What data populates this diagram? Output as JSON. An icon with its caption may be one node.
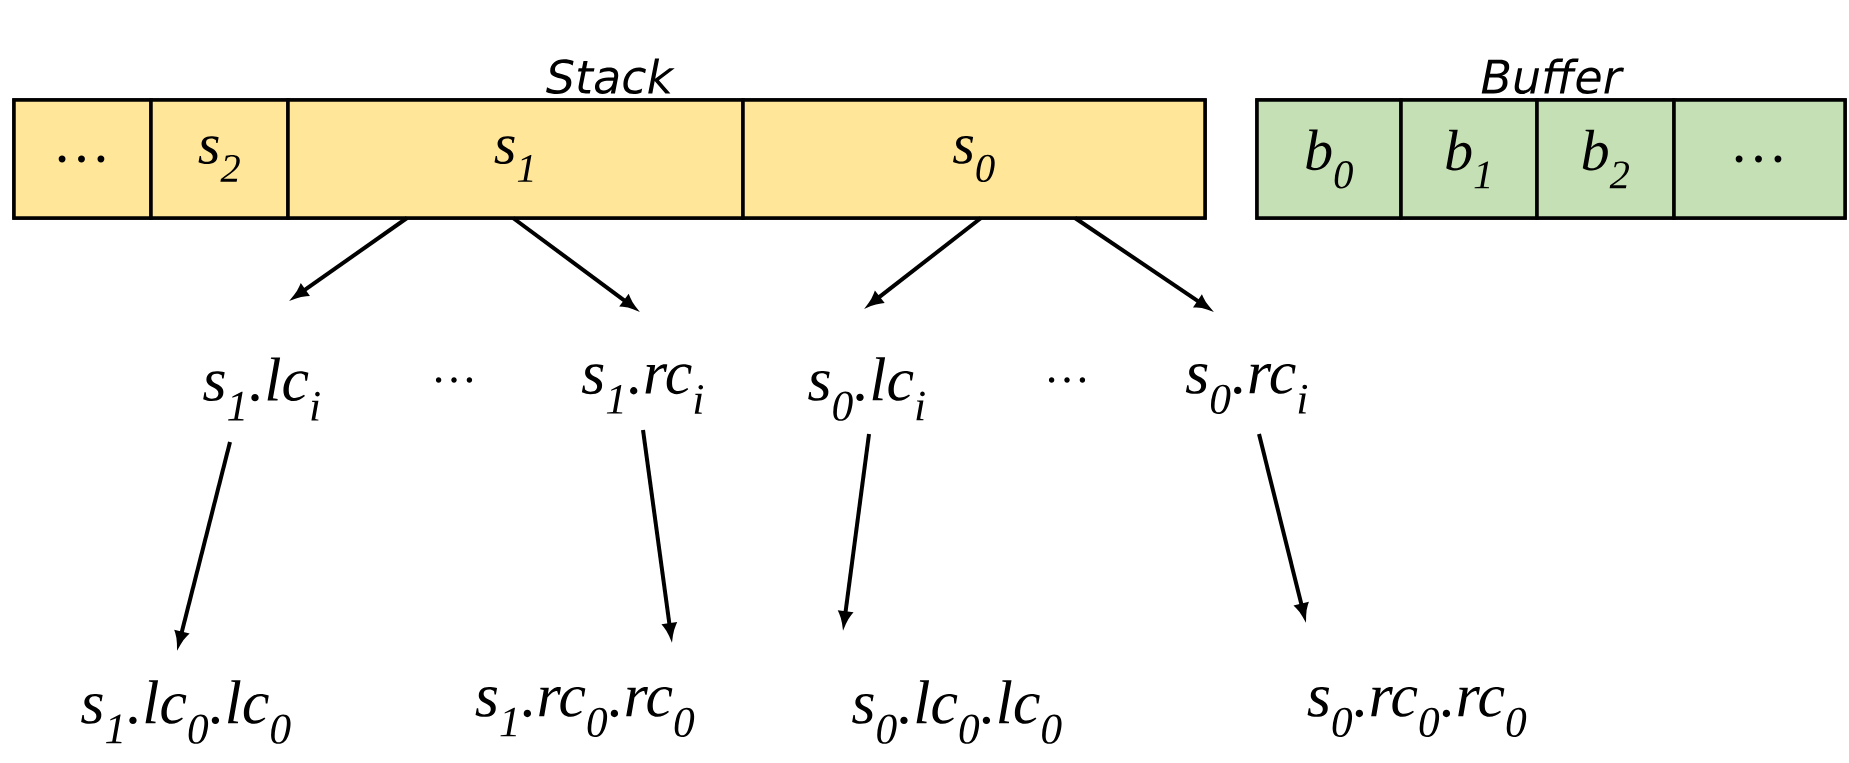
{
  "diagram": {
    "nodes": [
      {
        "text": [
          "Stack"
        ]
      },
      {
        "text": [
          "…"
        ],
        "in": 0
      },
      {
        "text": [
          "s$_{2}$"
        ],
        "in": 0
      },
      {
        "text": [
          "s$_{1}$"
        ],
        "in": 0
      },
      {
        "text": [
          "s$_{0}$"
        ],
        "in": 0
      },
      {
        "text": [
          "Buffer"
        ]
      },
      {
        "text": [
          "b$_{0}$"
        ],
        "in": 5
      },
      {
        "text": [
          "b$_{1}$"
        ],
        "in": 5
      },
      {
        "text": [
          "b$_{2}$"
        ],
        "in": 5
      },
      {
        "text": [
          "…"
        ],
        "in": 5
      },
      {
        "text": [
          "s$_{1}$.lc$_{i}$"
        ]
      },
      {
        "text": [
          "s$_{1}$.rc$_{i}$"
        ]
      },
      {
        "text": [
          "s$_{0}$.lc$_{i}$"
        ]
      },
      {
        "text": [
          "s$_{0}$.rc$_{i}$"
        ]
      },
      {
        "text": [
          "s$_{1}$.lc$_{0}$.lc$_{0}$"
        ]
      },
      {
        "text": [
          "s$_{1}$.rc$_{0}$.rc$_{0}$"
        ]
      },
      {
        "text": [
          "s$_{0}$.lc$_{0}$.lc$_{0}$"
        ]
      },
      {
        "text": [
          "s$_{0}$.rc$_{0}$.rc$_{0}$"
        ]
      }
    ],
    "edges": [
      {
        "from": 3,
        "to": 10,
        "arrow": "to"
      },
      {
        "from": 3,
        "to": 11,
        "arrow": "to"
      },
      {
        "from": 4,
        "to": 12,
        "arrow": "to"
      },
      {
        "from": 4,
        "to": 13,
        "arrow": "to"
      },
      {
        "from": 10,
        "to": 14,
        "arrow": "to"
      },
      {
        "from": 11,
        "to": 15,
        "arrow": "to"
      },
      {
        "from": 12,
        "to": 16,
        "arrow": "to"
      },
      {
        "from": 13,
        "to": 17,
        "arrow": "to"
      }
    ],
    "labels": [
      "…",
      "…"
    ]
  }
}
